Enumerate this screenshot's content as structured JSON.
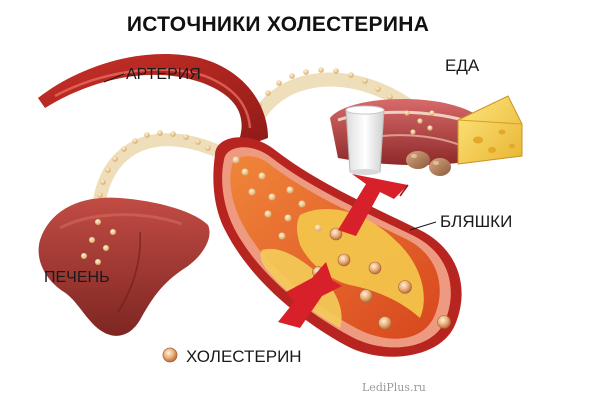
{
  "title": "ИСТОЧНИКИ ХОЛЕСТЕРИНА",
  "labels": {
    "artery": "АРТЕРИЯ",
    "food": "ЕДА",
    "plaques": "БЛЯШКИ",
    "liver": "ПЕЧЕНЬ"
  },
  "legend": {
    "cholesterol": "ХОЛЕСТЕРИН"
  },
  "watermark": "LediPlus.ru",
  "colors": {
    "artery_outer": "#b8241f",
    "artery_wall": "#e89478",
    "artery_inner": "#d83a1c",
    "plaque": "#f2c44a",
    "liver": "#a83a34",
    "cholesterol_dot": "#e0a070",
    "arrow": "#d8202a",
    "dotted_path": "#e5c58a",
    "text": "#1a1a1a"
  },
  "icons": [
    "liver-icon",
    "milk-glass-icon",
    "steak-icon",
    "cheese-icon",
    "egg-icon",
    "plaque-arrow-icon",
    "cholesterol-dot-icon"
  ]
}
